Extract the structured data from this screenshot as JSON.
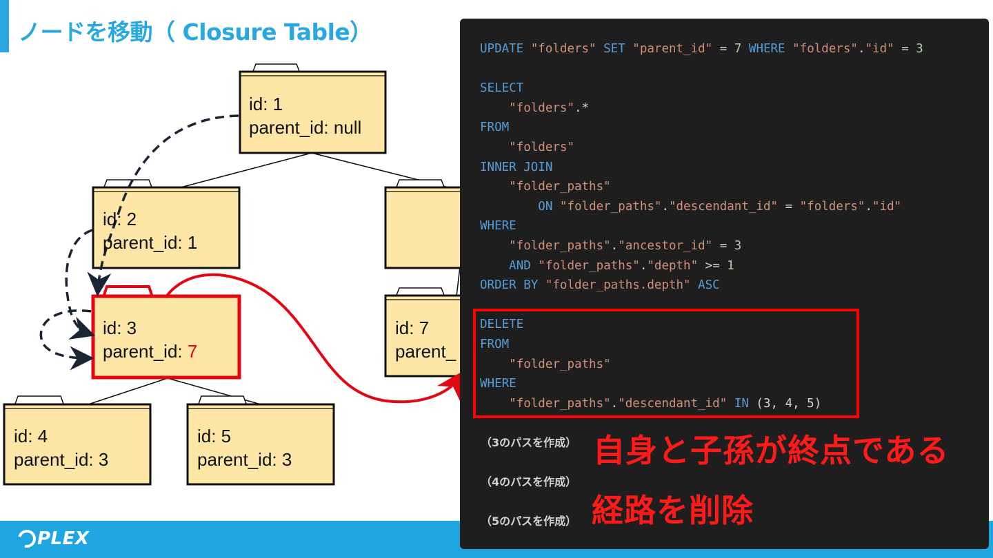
{
  "title": "ノードを移動（ Closure Table）",
  "footer": {
    "logo_text": "PLEX"
  },
  "nodes": {
    "n1": {
      "id_line": "id: 1",
      "parent_line": "parent_id: null"
    },
    "n2": {
      "id_line": "id: 2",
      "parent_line": "parent_id: 1"
    },
    "n3": {
      "id_line": "id: 3",
      "parent_prefix": "parent_id: ",
      "parent_value": "7"
    },
    "n7": {
      "id_line": "id: 7",
      "parent_line": "parent_"
    },
    "n4": {
      "id_line": "id: 4",
      "parent_line": "parent_id: 3"
    },
    "n5": {
      "id_line": "id: 5",
      "parent_line": "parent_id: 3"
    }
  },
  "code_lines": [
    [
      [
        "kw",
        "UPDATE"
      ],
      [
        "op",
        " "
      ],
      [
        "str",
        "\"folders\""
      ],
      [
        "op",
        " "
      ],
      [
        "kw",
        "SET"
      ],
      [
        "op",
        " "
      ],
      [
        "str",
        "\"parent_id\""
      ],
      [
        "op",
        " = "
      ],
      [
        "num",
        "7"
      ],
      [
        "op",
        " "
      ],
      [
        "kw",
        "WHERE"
      ],
      [
        "op",
        " "
      ],
      [
        "str",
        "\"folders\""
      ],
      [
        "op",
        "."
      ],
      [
        "str",
        "\"id\""
      ],
      [
        "op",
        " = "
      ],
      [
        "num",
        "3"
      ]
    ],
    [],
    [
      [
        "kw",
        "SELECT"
      ]
    ],
    [
      [
        "op",
        "    "
      ],
      [
        "str",
        "\"folders\""
      ],
      [
        "op",
        ".*"
      ]
    ],
    [
      [
        "kw",
        "FROM"
      ]
    ],
    [
      [
        "op",
        "    "
      ],
      [
        "str",
        "\"folders\""
      ]
    ],
    [
      [
        "kw",
        "INNER JOIN"
      ]
    ],
    [
      [
        "op",
        "    "
      ],
      [
        "str",
        "\"folder_paths\""
      ]
    ],
    [
      [
        "op",
        "        "
      ],
      [
        "kw",
        "ON"
      ],
      [
        "op",
        " "
      ],
      [
        "str",
        "\"folder_paths\""
      ],
      [
        "op",
        "."
      ],
      [
        "str",
        "\"descendant_id\""
      ],
      [
        "op",
        " = "
      ],
      [
        "str",
        "\"folders\""
      ],
      [
        "op",
        "."
      ],
      [
        "str",
        "\"id\""
      ]
    ],
    [
      [
        "kw",
        "WHERE"
      ]
    ],
    [
      [
        "op",
        "    "
      ],
      [
        "str",
        "\"folder_paths\""
      ],
      [
        "op",
        "."
      ],
      [
        "str",
        "\"ancestor_id\""
      ],
      [
        "op",
        " = "
      ],
      [
        "num",
        "3"
      ]
    ],
    [
      [
        "op",
        "    "
      ],
      [
        "kw",
        "AND"
      ],
      [
        "op",
        " "
      ],
      [
        "str",
        "\"folder_paths\""
      ],
      [
        "op",
        "."
      ],
      [
        "str",
        "\"depth\""
      ],
      [
        "op",
        " >= "
      ],
      [
        "num",
        "1"
      ]
    ],
    [
      [
        "kw",
        "ORDER BY"
      ],
      [
        "op",
        " "
      ],
      [
        "str",
        "\"folder_paths.depth\""
      ],
      [
        "op",
        " "
      ],
      [
        "kw",
        "ASC"
      ]
    ],
    [],
    [
      [
        "kw",
        "DELETE"
      ]
    ],
    [
      [
        "kw",
        "FROM"
      ]
    ],
    [
      [
        "op",
        "    "
      ],
      [
        "str",
        "\"folder_paths\""
      ]
    ],
    [
      [
        "kw",
        "WHERE"
      ]
    ],
    [
      [
        "op",
        "    "
      ],
      [
        "str",
        "\"folder_paths\""
      ],
      [
        "op",
        "."
      ],
      [
        "str",
        "\"descendant_id\""
      ],
      [
        "op",
        " "
      ],
      [
        "kw",
        "IN"
      ],
      [
        "op",
        " (3, 4, 5)"
      ]
    ]
  ],
  "path_notes": [
    "（3のパスを作成）",
    "（4のパスを作成）",
    "（5のパスを作成）"
  ],
  "callouts": {
    "line1": "自身と子孫が終点である",
    "line2": "経路を削除"
  },
  "colors": {
    "accent": "#29a8e0",
    "folder_fill": "#fde6a6",
    "highlight": "#ff0000",
    "code_bg": "#1e1e1e"
  }
}
